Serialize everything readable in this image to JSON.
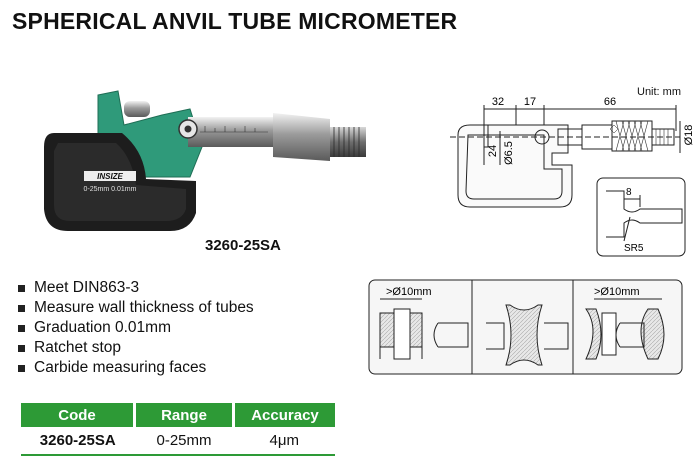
{
  "page": {
    "title": "SPHERICAL ANVIL TUBE MICROMETER",
    "model_caption": "3260-25SA",
    "unit_label": "Unit: mm"
  },
  "product_photo": {
    "frame_marking": "0-25mm 0.01mm",
    "logo_text": "INSIZE"
  },
  "dimension_drawing": {
    "dims": [
      "32",
      "17",
      "66",
      "24",
      "Ø6.5",
      "Ø18"
    ],
    "detail_dims": [
      "8",
      "SR5"
    ]
  },
  "usage_diagram": {
    "labels": [
      ">Ø10mm",
      ">Ø10mm"
    ]
  },
  "features": [
    "Meet DIN863-3",
    "Measure wall thickness of tubes",
    "Graduation 0.01mm",
    "Ratchet stop",
    "Carbide measuring faces"
  ],
  "spec_table": {
    "headers": [
      "Code",
      "Range",
      "Accuracy"
    ],
    "rows": [
      [
        "3260-25SA",
        "0-25mm",
        "4μm"
      ]
    ]
  },
  "colors": {
    "accent_green": "#2d9a36",
    "frame_green": "#2f9a7a"
  }
}
